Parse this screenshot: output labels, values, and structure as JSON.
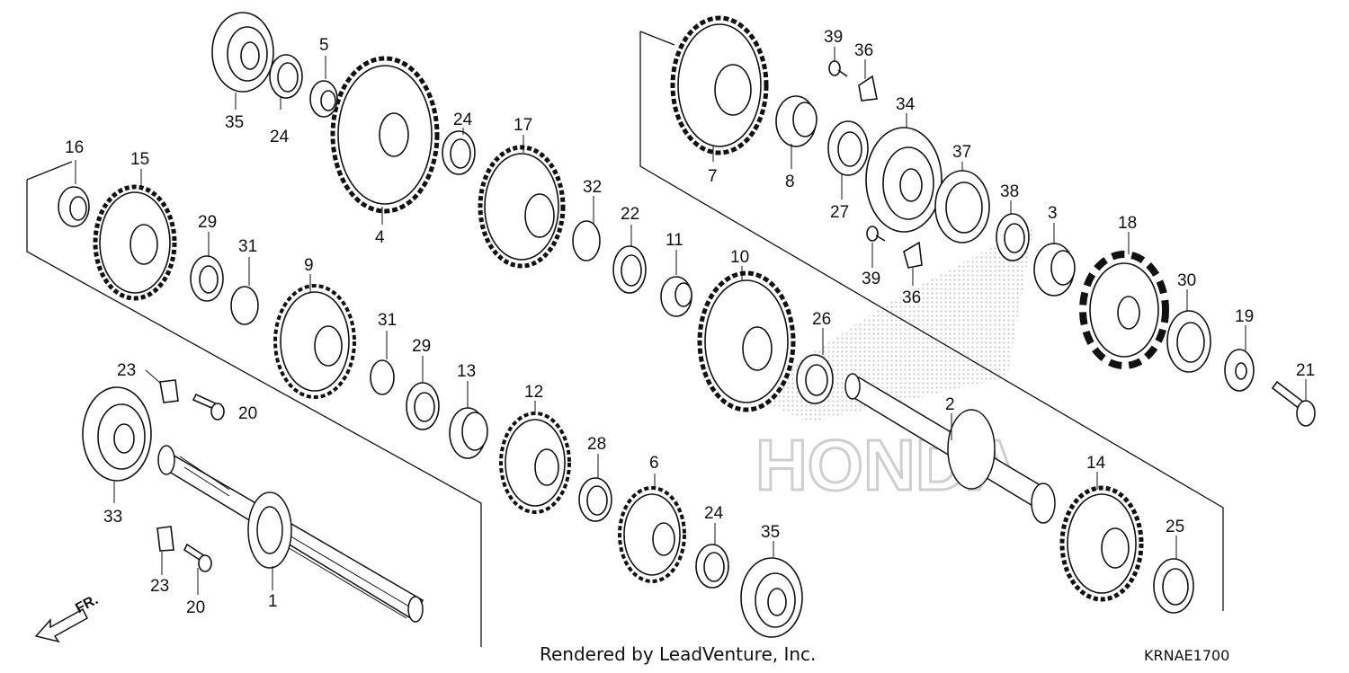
{
  "diagram": {
    "footer": {
      "credit": "Rendered by LeadVenture, Inc.",
      "code": "KRNAE1700"
    },
    "direction_label": "FR.",
    "watermark_text": "HONDA",
    "colors": {
      "line": "#111111",
      "fill": "#ffffff",
      "shade": "#d9d9d9",
      "watermark": "#d0d0d0"
    },
    "callouts": [
      "35",
      "24",
      "5",
      "4",
      "24",
      "17",
      "32",
      "22",
      "11",
      "16",
      "15",
      "29",
      "31",
      "9",
      "31",
      "29",
      "13",
      "12",
      "28",
      "6",
      "24",
      "35",
      "23",
      "20",
      "33",
      "23",
      "20",
      "1",
      "39",
      "36",
      "7",
      "8",
      "34",
      "27",
      "37",
      "38",
      "3",
      "18",
      "39",
      "36",
      "10",
      "26",
      "30",
      "19",
      "21",
      "2",
      "14",
      "25"
    ]
  }
}
